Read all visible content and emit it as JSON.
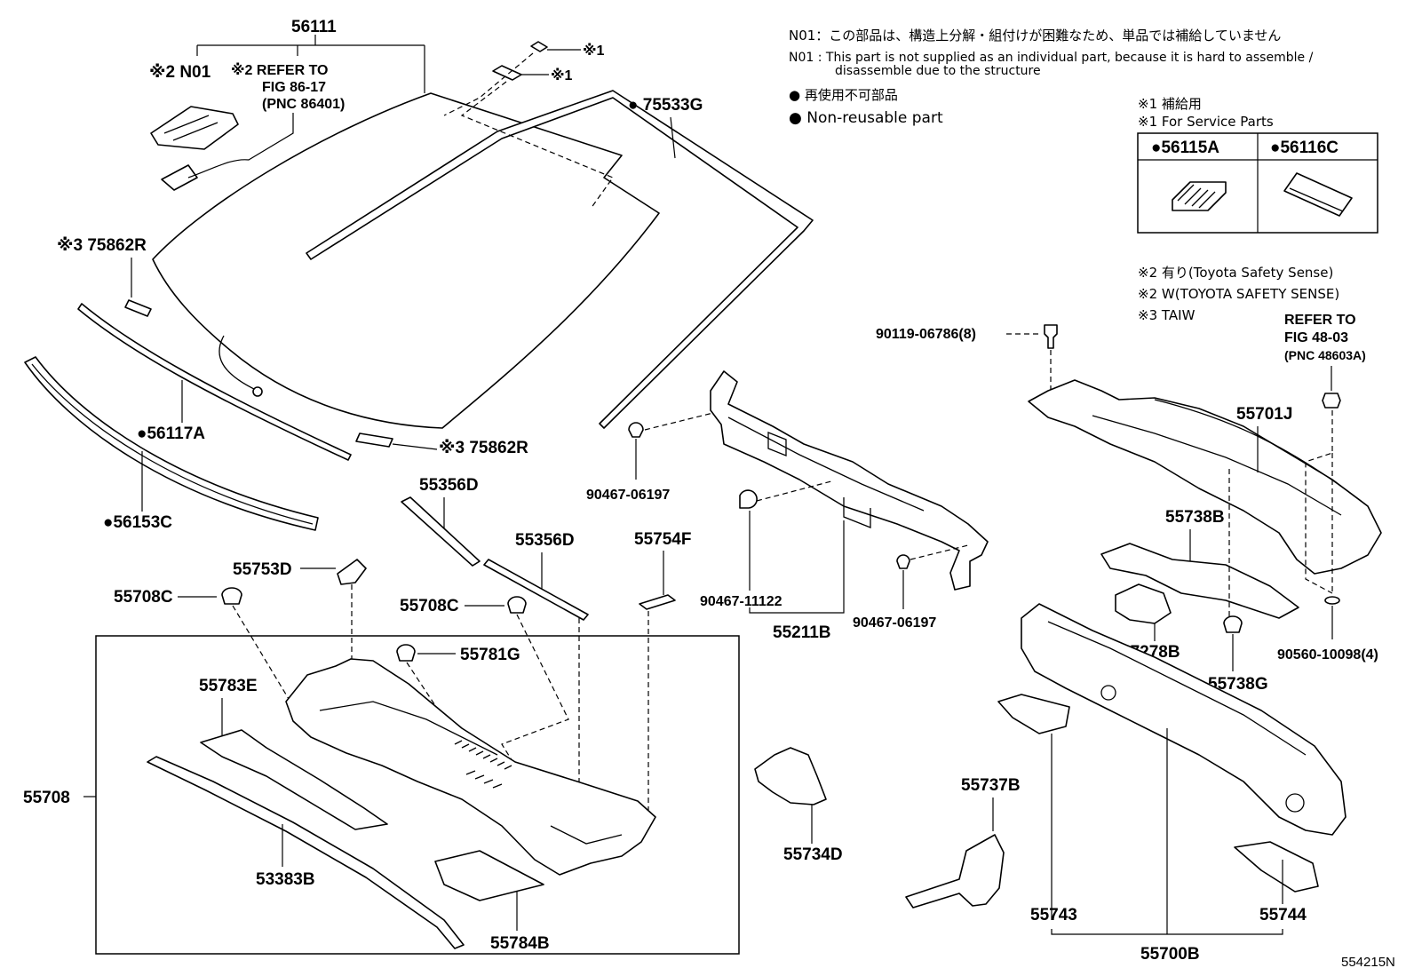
{
  "notes": {
    "n01_jp": "N01：この部品は、構造上分解・組付けが困難なため、単品では補給していません",
    "n01_en_1": "N01 :  This part is not supplied as an individual part, because it is hard to assemble /",
    "n01_en_2": "disassemble due to the structure",
    "nonreusable_jp": "● 再使用不可部品",
    "nonreusable_en": "● Non-reusable part",
    "service_jp": "※1 補給用",
    "service_en": "※1 For Service Parts",
    "tss_with_jp": "※2 有り(Toyota Safety Sense)",
    "tss_w": "※2 W(TOYOTA SAFETY SENSE)",
    "taiw": "※3 TAIW",
    "refer_48_1": "REFER TO",
    "refer_48_2": "FIG 48-03",
    "refer_48_3": "(PNC 48603A)",
    "refer_86_1": "※2 REFER TO",
    "refer_86_2": "FIG 86-17",
    "refer_86_3": "(PNC 86401)",
    "n01_tag": "※2 N01",
    "service_mark_1": "※1",
    "service_mark_2": "※1"
  },
  "service_table": {
    "col1": "●56115A",
    "col2": "●56116C"
  },
  "parts": {
    "p56111": "56111",
    "p75533G": "● 75533G",
    "p75862R_top": "※3 75862R",
    "p75862R_bottom": "※3 75862R",
    "p56117A": "●56117A",
    "p56153C": "●56153C",
    "p55356D_a": "55356D",
    "p55356D_b": "55356D",
    "p55754F": "55754F",
    "p55753D": "55753D",
    "p55708C_a": "55708C",
    "p55708C_b": "55708C",
    "p55781G": "55781G",
    "p55783E": "55783E",
    "p55708": "55708",
    "p53383B": "53383B",
    "p55784B": "55784B",
    "p90467_06197_a": "90467-06197",
    "p90467_11122": "90467-11122",
    "p55211B": "55211B",
    "p90467_06197_b": "90467-06197",
    "p55734D": "55734D",
    "p90119": "90119-06786(8)",
    "p55701J": "55701J",
    "p55738B": "55738B",
    "p47278B": "47278B",
    "p55738G": "55738G",
    "p90560": "90560-10098(4)",
    "p55737B": "55737B",
    "p55743": "55743",
    "p55744": "55744",
    "p55700B": "55700B"
  },
  "figure_id": "554215N"
}
